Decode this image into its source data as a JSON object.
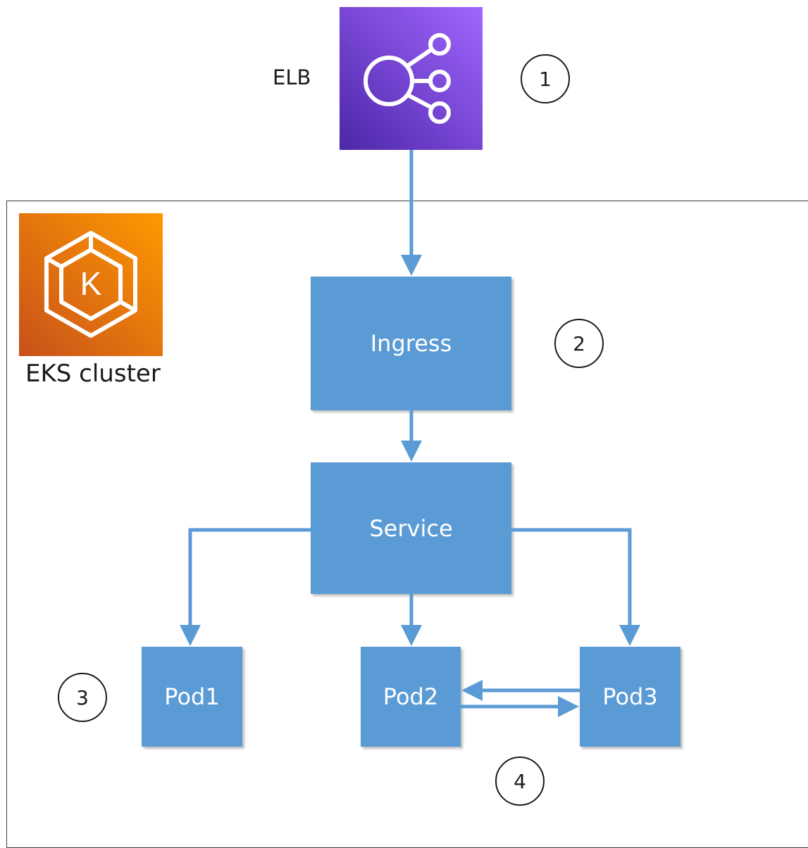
{
  "elb": {
    "label": "ELB",
    "icon": "elastic-load-balancing-icon",
    "color": "#8c4fff"
  },
  "eks": {
    "label": "EKS cluster",
    "icon": "eks-kubernetes-icon",
    "color": "#ed7100"
  },
  "kubernetes_glyph": "K",
  "nodes": {
    "ingress": "Ingress",
    "service": "Service",
    "pod1": "Pod1",
    "pod2": "Pod2",
    "pod3": "Pod3"
  },
  "markers": [
    "1",
    "2",
    "3",
    "4"
  ],
  "colors": {
    "box_fill": "#5b9bd5",
    "arrow": "#5b9bd5",
    "cluster_border": "#3a3a3a"
  }
}
